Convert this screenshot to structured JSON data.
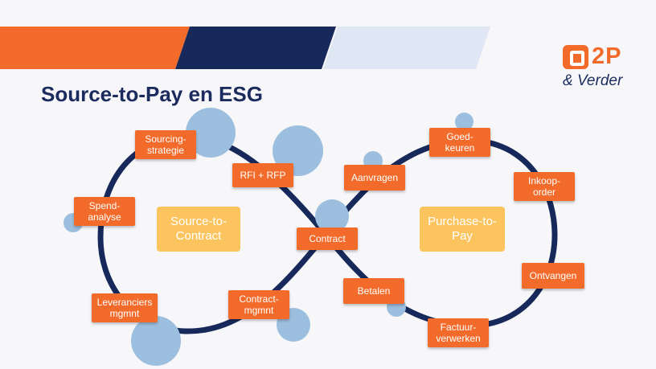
{
  "header": {
    "title": "Source-to-Pay en ESG"
  },
  "logo": {
    "brand": "2P",
    "tagline": "& Verder"
  },
  "centers": {
    "left": "Source-to-\nContract",
    "right": "Purchase-to-\nPay"
  },
  "steps": {
    "sourcing": "Sourcing-\nstrategie",
    "rfi": "RFI + RFP",
    "spend": "Spend-\nanalyse",
    "contract": "Contract",
    "leveranciers": "Leveranciers\nmgmnt",
    "contractmgmnt": "Contract-\nmgmnt",
    "aanvragen": "Aanvragen",
    "goedkeuren": "Goed-\nkeuren",
    "inkooporder": "Inkoop-\norder",
    "ontvangen": "Ontvangen",
    "betalen": "Betalen",
    "factuur": "Factuur-\nverwerken"
  },
  "colors": {
    "orange": "#f26b2a",
    "navy": "#17295a",
    "light_blue": "#9dbfdf",
    "yellow": "#fbc45e"
  }
}
